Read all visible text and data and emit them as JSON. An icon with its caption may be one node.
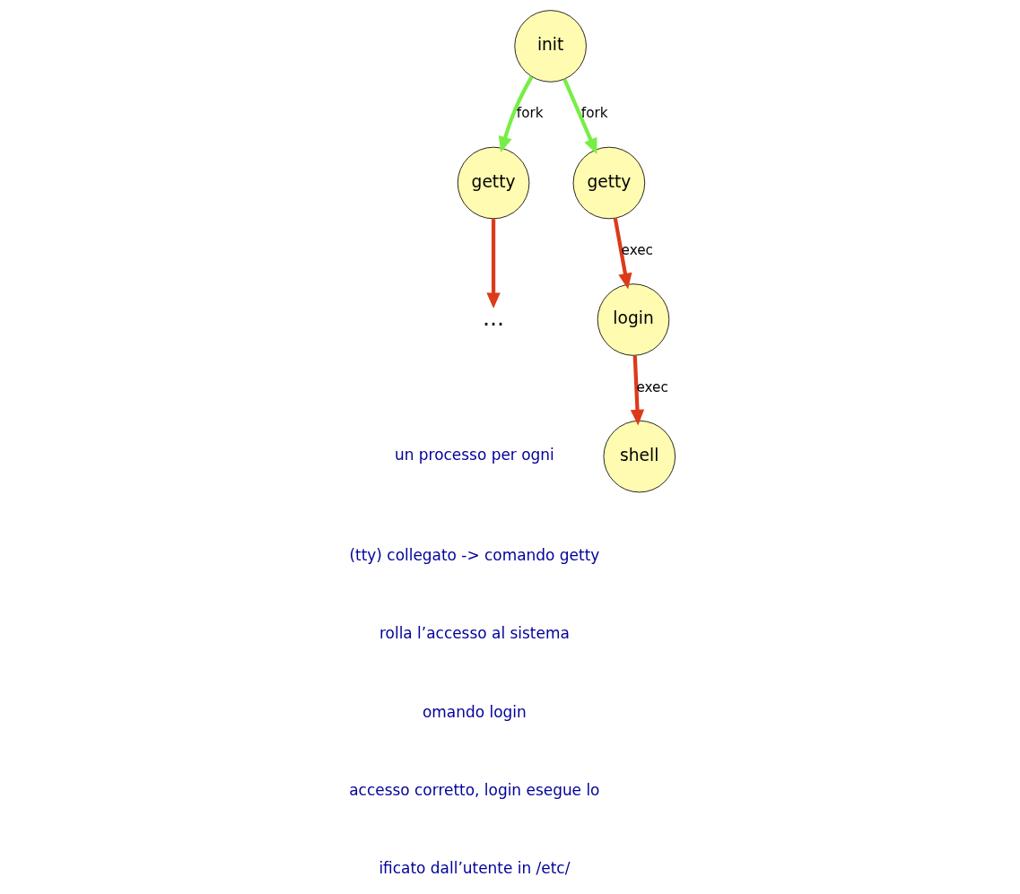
{
  "diagram": {
    "nodes": [
      {
        "text": [
          "init"
        ]
      },
      {
        "text": [
          "getty"
        ]
      },
      {
        "text": [
          "getty"
        ]
      },
      {
        "text": [
          "..."
        ]
      },
      {
        "text": [
          "login"
        ]
      },
      {
        "text": [
          "shell"
        ]
      }
    ],
    "edges": [
      {
        "from": 0,
        "to": 1,
        "arrow": "to",
        "label": "fork",
        "color": "#77ee44"
      },
      {
        "from": 0,
        "to": 2,
        "arrow": "to",
        "label": "fork",
        "color": "#77ee44"
      },
      {
        "from": 1,
        "to": 3,
        "arrow": "to"
      },
      {
        "from": 2,
        "to": 4,
        "arrow": "to",
        "label": "exec"
      },
      {
        "from": 4,
        "to": 5,
        "arrow": "to",
        "label": "exec"
      }
    ],
    "labels": [
      "un processo per ogni",
      "(tty) collegato -> comando getty",
      "rolla l’accesso al sistema",
      "omando login",
      "accesso corretto, login esegue lo",
      "ificato dall’utente in /etc/"
    ]
  }
}
